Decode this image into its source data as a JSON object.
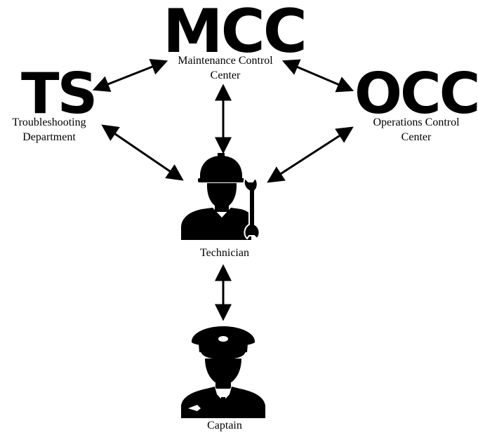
{
  "nodes": {
    "mcc": {
      "abbr": "MCC",
      "label": [
        "Maintenance Control",
        "Center"
      ]
    },
    "ts": {
      "abbr": "TS",
      "label": [
        "Troubleshooting",
        "Department"
      ]
    },
    "occ": {
      "abbr": "OCC",
      "label": [
        "Operations Control",
        "Center"
      ]
    },
    "technician": {
      "label": "Technician",
      "icon": "technician-wrench-icon"
    },
    "captain": {
      "label": "Captain",
      "icon": "pilot-captain-icon"
    }
  },
  "edges": [
    {
      "from": "ts",
      "to": "mcc",
      "style": "double-arrow"
    },
    {
      "from": "mcc",
      "to": "occ",
      "style": "double-arrow"
    },
    {
      "from": "mcc",
      "to": "technician",
      "style": "double-arrow"
    },
    {
      "from": "ts",
      "to": "technician",
      "style": "double-arrow"
    },
    {
      "from": "occ",
      "to": "technician",
      "style": "double-arrow"
    },
    {
      "from": "technician",
      "to": "captain",
      "style": "double-arrow"
    }
  ],
  "colors": {
    "ink": "#000000",
    "background": "#ffffff"
  }
}
